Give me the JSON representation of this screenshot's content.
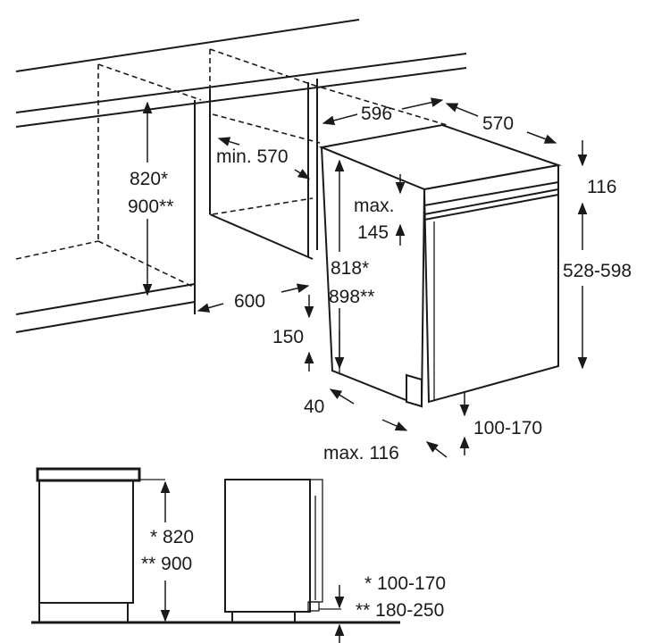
{
  "diagram": {
    "labels": {
      "width": "596",
      "depth": "570",
      "niche_depth": "min. 570",
      "niche_height_1": "820*",
      "niche_height_2": "900**",
      "top_max": "max.",
      "top_max_value": "145",
      "panel_top": "116",
      "door_panel_height": "528-598",
      "appliance_height_1": "818*",
      "appliance_height_2": "898**",
      "niche_width": "600",
      "plinth_depth": "150",
      "plinth_gap": "40",
      "plinth_height": "100-170",
      "door_max": "max. 116"
    },
    "side_view": {
      "height_1": "* 820",
      "height_2": "** 900",
      "plinth_1": "* 100-170",
      "plinth_2": "** 180-250"
    }
  }
}
